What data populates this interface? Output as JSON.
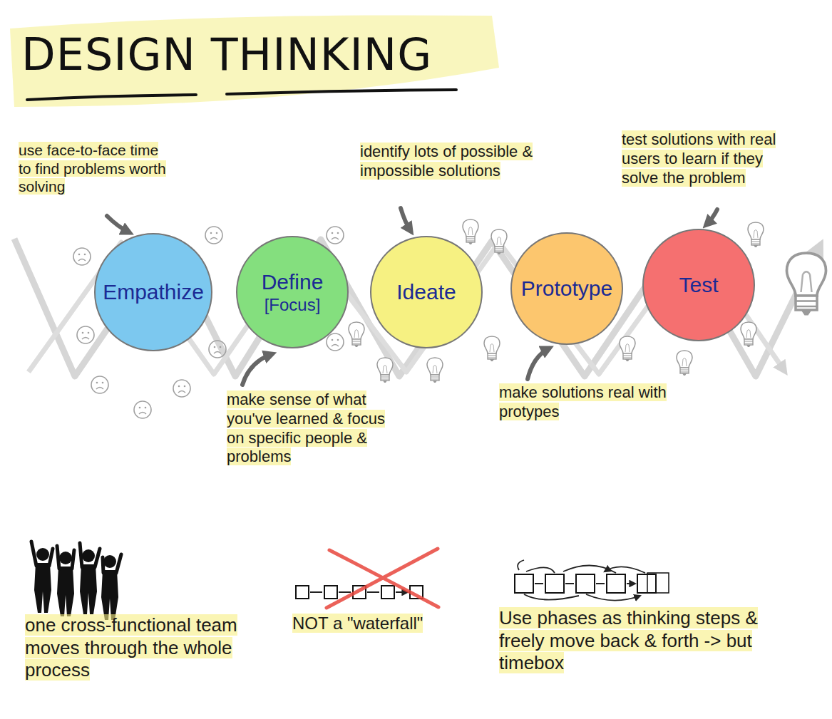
{
  "diagram": {
    "title": "DESIGN THINKING",
    "nodes": [
      {
        "text": [
          "Empathize"
        ]
      },
      {
        "text": [
          "Define",
          "[Focus]"
        ]
      },
      {
        "text": [
          "Ideate"
        ]
      },
      {
        "text": [
          "Prototype"
        ]
      },
      {
        "text": [
          "Test"
        ]
      }
    ],
    "labels": [
      "use face-to-face time to find problems worth solving",
      "make sense of what you've learned & focus on specific people & problems",
      "identify lots of possible & impossible solutions",
      "make solutions real with protypes",
      "test solutions with real users to learn if they solve the problem",
      "one cross-functional team moves through the whole process",
      "NOT a \"waterfall\"",
      "Use phases as thinking steps & freely move back & forth -> but timebox"
    ]
  }
}
